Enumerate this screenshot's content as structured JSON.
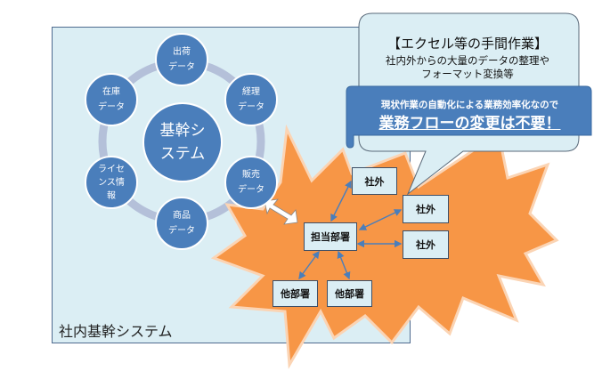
{
  "system_panel": {
    "label": "社内基幹システム"
  },
  "core": {
    "label_line1": "基幹シ",
    "label_line2": "ステム"
  },
  "nodes": [
    {
      "line1": "出荷",
      "line2": "データ"
    },
    {
      "line1": "経理",
      "line2": "データ"
    },
    {
      "line1": "販売",
      "line2": "データ"
    },
    {
      "line1": "商品",
      "line2": "データ"
    },
    {
      "line1": "ライセ",
      "line2": "ンス情",
      "line3": "報"
    },
    {
      "line1": "在庫",
      "line2": "データ"
    }
  ],
  "flow": {
    "center": "担当部署",
    "external": [
      "社外",
      "社外",
      "社外"
    ],
    "internal": [
      "他部署",
      "他部署"
    ]
  },
  "callout": {
    "title": "【エクセル等の手間作業】",
    "body_line1": "社内外からの大量のデータの整理や",
    "body_line2": "フォーマット変換等",
    "banner_line1": "現状作業の自動化による業務効率化なので",
    "banner_line2": "業務フローの変更は不要！"
  },
  "colors": {
    "node": "#4a7ebb",
    "panel": "#dbeef4",
    "burst": "#f79646",
    "ring": "#b4c0d9"
  }
}
